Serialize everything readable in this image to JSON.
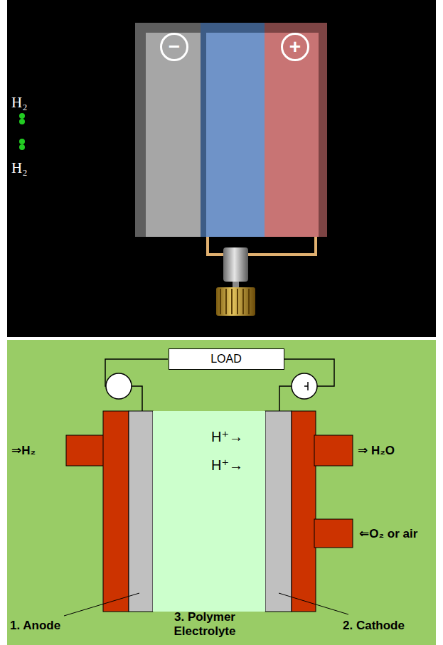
{
  "diagram": {
    "nodes": [
      {
        "text": [
          "−"
        ]
      },
      {
        "text": [
          "+"
        ]
      },
      {
        "text": [
          "LOAD"
        ]
      },
      {
        "text": [
          "H⁺→",
          "H⁺→"
        ]
      }
    ],
    "labels": [
      "H₂",
      "H₂",
      "⇒H₂",
      "⇒ H₂O",
      "⇐O₂ or air",
      "1. Anode",
      "3. Polymer Electrolyte",
      "2. Cathode"
    ]
  }
}
